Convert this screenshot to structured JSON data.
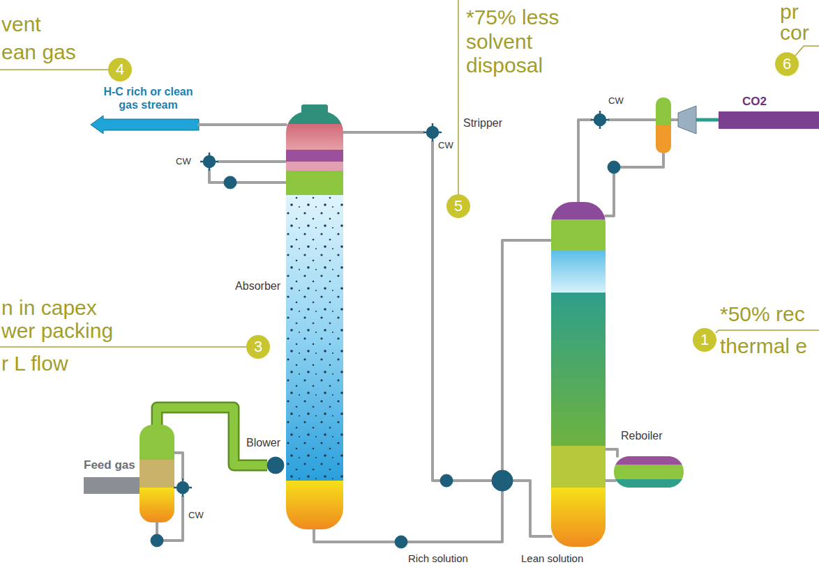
{
  "diagram": {
    "nodes": [
      {
        "text": [
          "4"
        ]
      },
      {
        "text": [
          "5"
        ]
      },
      {
        "text": [
          "6"
        ]
      },
      {
        "text": [
          "3"
        ]
      },
      {
        "text": [
          "1"
        ]
      }
    ],
    "labels": [
      "vent",
      "ean gas",
      "H-C rich or clean gas stream",
      "*75% less solvent disposal",
      "pr",
      "cor",
      "CO2",
      "CW",
      "CW",
      "Stripper",
      "CW",
      "Absorber",
      "n in capex",
      "wer packing",
      "r L flow",
      "*50% rec",
      "thermal e",
      "Reboiler",
      "Feed gas",
      "Blower",
      "CW",
      "Rich solution",
      "Lean solution"
    ]
  }
}
